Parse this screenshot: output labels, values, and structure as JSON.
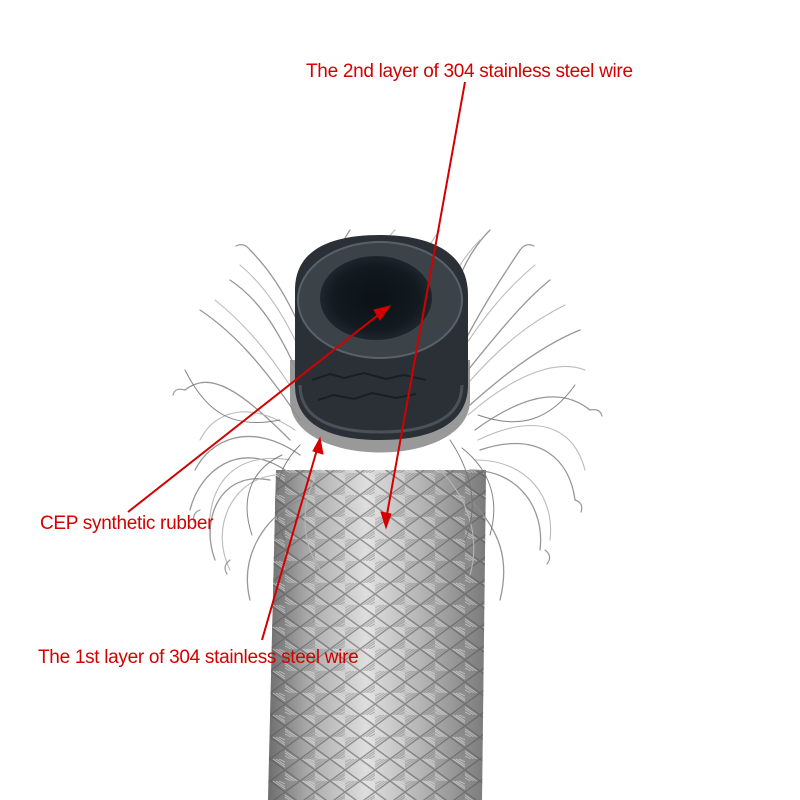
{
  "image": {
    "subject": "cross-section of braided stainless steel hose",
    "background": "#ffffff",
    "annotation_color": "#d40000"
  },
  "labels": {
    "outer_braid": "The 2nd layer of 304 stainless steel wire",
    "rubber_core": "CEP synthetic rubber",
    "inner_braid": "The 1st layer of 304 stainless steel wire"
  }
}
